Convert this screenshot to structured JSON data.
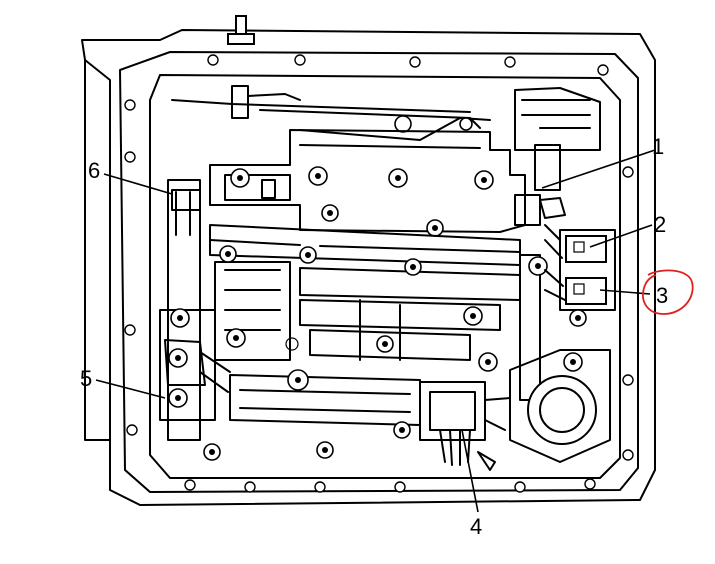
{
  "callouts": [
    {
      "id": "1",
      "text": "1"
    },
    {
      "id": "2",
      "text": "2"
    },
    {
      "id": "3",
      "text": "3"
    },
    {
      "id": "4",
      "text": "4"
    },
    {
      "id": "5",
      "text": "5"
    },
    {
      "id": "6",
      "text": "6"
    }
  ],
  "highlight": {
    "target": "3",
    "color": "#e0201e"
  },
  "line_color": "#000000",
  "background": "#ffffff"
}
